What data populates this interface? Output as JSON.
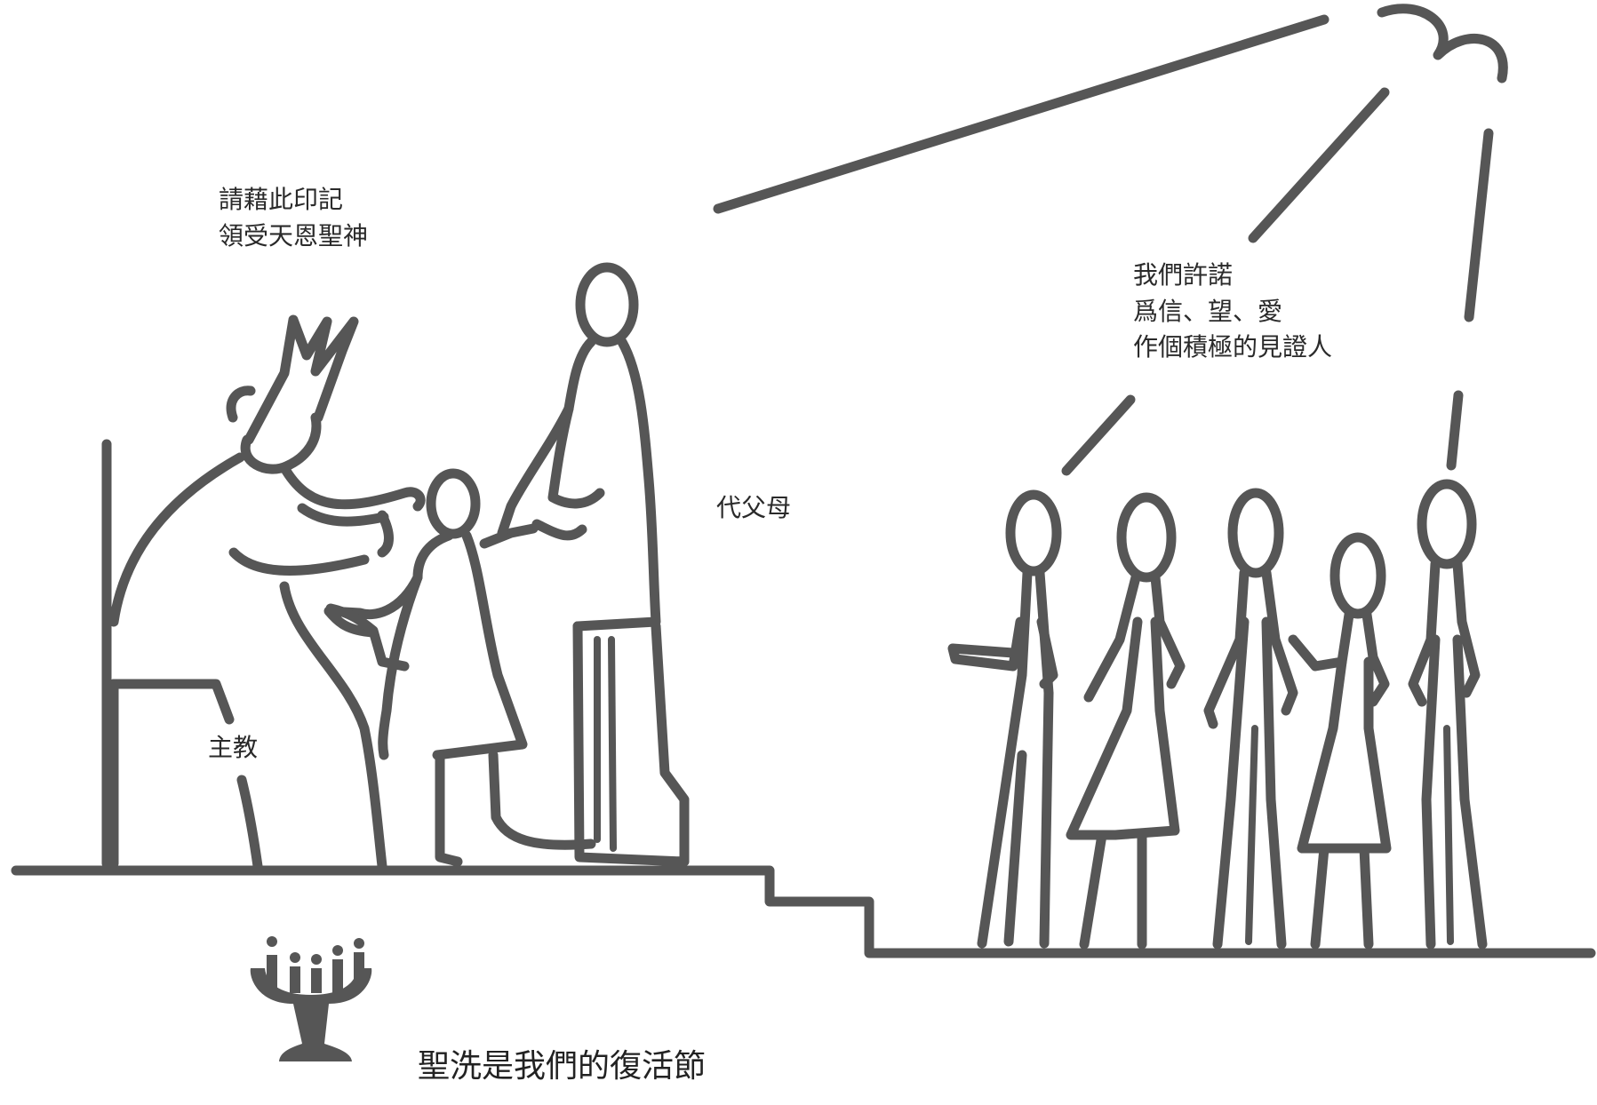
{
  "texts": {
    "blessing_line1": "請藉此印記",
    "blessing_line2": "領受天恩聖神",
    "promise_line1": "我們許諾",
    "promise_line2": "爲信、望、愛",
    "promise_line3": "作個積極的見證人",
    "godparent_label": "代父母",
    "bishop_label": "主教",
    "easter_caption": "聖洗是我們的復活節"
  },
  "colors": {
    "ink": "#565656",
    "background": "#ffffff"
  }
}
